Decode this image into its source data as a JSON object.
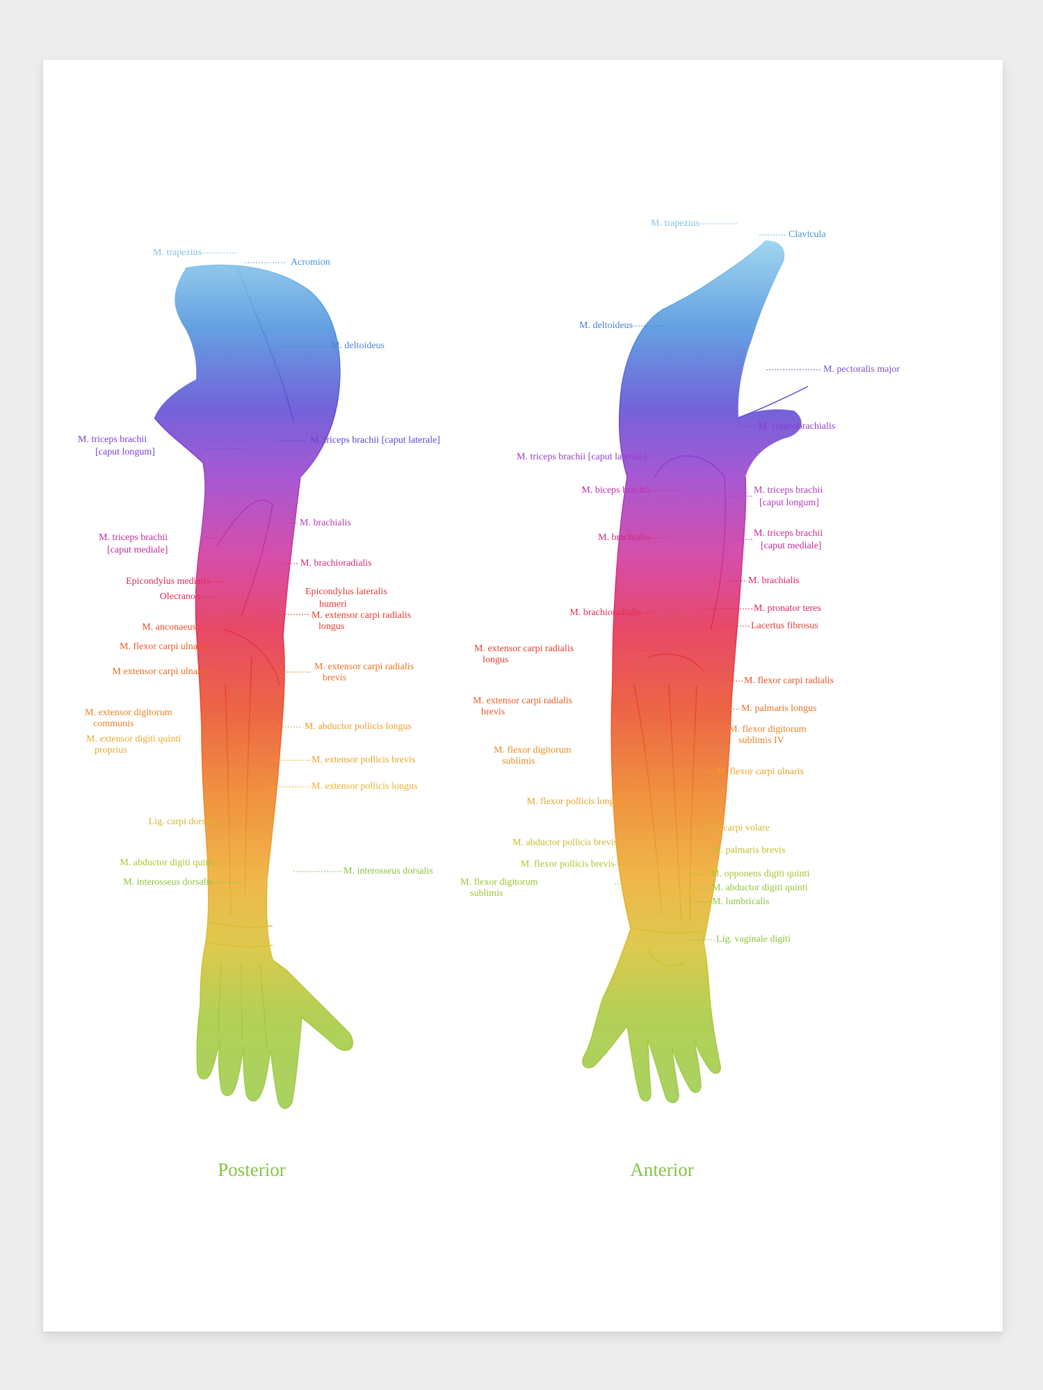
{
  "views": {
    "posterior": "Posterior",
    "anterior": "Anterior"
  },
  "posterior_labels": {
    "trapezius": "M. trapezius",
    "acromion": "Acromion",
    "deltoideus": "M. deltoideus",
    "triceps_longum_1": "M. triceps brachii",
    "triceps_longum_2": "[caput longum]",
    "triceps_laterale": "M. triceps brachii [caput laterale]",
    "brachialis": "M. brachialis",
    "triceps_mediale_1": "M. triceps brachii",
    "triceps_mediale_2": "[caput mediale]",
    "brachioradialis": "M. brachioradialis",
    "epicondylus_medialis": "Epicondylus medialis",
    "olecranon": "Olecranon",
    "epicondylus_lateralis_1": "Epicondylus lateralis",
    "epicondylus_lateralis_2": "humeri",
    "ext_carpi_rad_longus_1": "M. extensor carpi radialis",
    "ext_carpi_rad_longus_2": "longus",
    "anconaeus": "M. anconaeus",
    "flexor_carpi_ulnaris": "M. flexor carpi ulnaris",
    "ext_carpi_ulnaris": "M extensor carpi ulnaris",
    "ext_carpi_rad_brevis_1": "M. extensor carpi radialis",
    "ext_carpi_rad_brevis_2": "brevis",
    "ext_digitorum_1": "M. extensor digitorum",
    "ext_digitorum_2": "communis",
    "abd_pollicis_longus": "M. abductor pollicis longus",
    "ext_digiti_quinti_1": "M. extensor digiti quinti",
    "ext_digiti_quinti_2": "proprius",
    "ext_pollicis_brevis": "M. extensor pollicis brevis",
    "ext_pollicis_longus": "M. extensor pollicis longus",
    "lig_carpi_dorsale": "Lig. carpi dorsale",
    "abd_digiti_quinti": "M. abductor digiti quinti",
    "interosseus_left": "M. interosseus dorsalis",
    "interosseus_right": "M. interosseus dorsalis"
  },
  "anterior_labels": {
    "trapezius": "M. trapezius",
    "clavicula": "Clavicula",
    "deltoideus": "M. deltoideus",
    "pectoralis": "M. pectoralis major",
    "coracobrachialis": "M. coracobrachialis",
    "triceps_laterale": "M. triceps brachii [caput laterale]",
    "triceps_longum_1": "M. triceps brachii",
    "triceps_longum_2": "[caput longum]",
    "biceps": "M. biceps brachii",
    "triceps_mediale_1": "M. triceps brachii",
    "triceps_mediale_2": "[caput mediale]",
    "brachialis_left": "M. brachialis",
    "brachialis_right": "M. brachialis",
    "pronator_teres": "M. pronator teres",
    "brachioradialis": "M. brachioradialis",
    "lacertus": "Lacertus fibrosus",
    "ext_carpi_rad_longus_1": "M. extensor carpi radialis",
    "ext_carpi_rad_longus_2": "longus",
    "flexor_carpi_radialis": "M. flexor carpi radialis",
    "ext_carpi_rad_brevis_1": "M. extensor carpi radialis",
    "ext_carpi_rad_brevis_2": "brevis",
    "palmaris_longus": "M. palmaris longus",
    "flexor_dig_sublimis_iv_1": "M. flexor digitorum",
    "flexor_dig_sublimis_iv_2": "sublimis IV",
    "flexor_dig_sublimis_1": "M. flexor digitorum",
    "flexor_dig_sublimis_2": "sublimis",
    "flexor_carpi_ulnaris": "M. flexor carpi ulnaris",
    "flexor_pollicis_longus": "M. flexor pollicis longus",
    "lig_carpi_volare": "Lig. carpi volare",
    "abd_pollicis_brevis": "M. abductor pollicis brevis",
    "palmaris_brevis": "M. palmaris brevis",
    "flexor_pollicis_brevis": "M. flexor pollicis brevis",
    "opponens": "M. opponens digiti quinti",
    "flexor_dig_sublimis_hand_1": "M. flexor digitorum",
    "flexor_dig_sublimis_hand_2": "sublimis",
    "abd_digiti_quinti": "M. abductor digiti quinti",
    "lumbricalis": "M. lumbricalis",
    "lig_vaginale": "Lig. vaginale digiti"
  },
  "colors": {
    "light_blue": "#5fb3e0",
    "blue": "#3a7fd6",
    "indigo": "#4a4fd0",
    "violet": "#7a3fd0",
    "purple": "#a23ac8",
    "magenta": "#c8289a",
    "rose": "#e0285a",
    "red": "#e83a2a",
    "orange_red": "#ec5a22",
    "orange": "#ee8020",
    "amber": "#eca228",
    "gold": "#d8b42a",
    "olive": "#b2c22c",
    "lime": "#8cc63a",
    "green": "#72b838",
    "view_label": "#86c443"
  }
}
